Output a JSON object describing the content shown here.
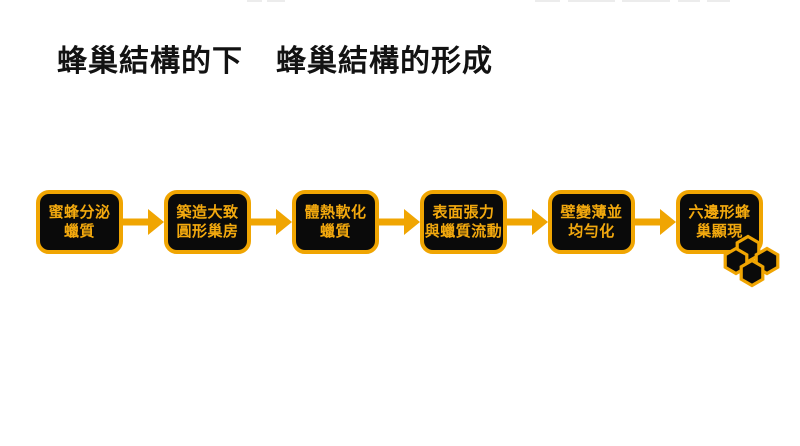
{
  "colors": {
    "gold": "#f0a502",
    "box_background": "#0a0a0a",
    "title_text": "#121212",
    "slide_background": "#ffffff"
  },
  "title": {
    "part1": "蜂巢結構的下",
    "part2": "蜂巢結構的形成"
  },
  "flow": {
    "steps": [
      {
        "lines": [
          "蜜蜂分泌",
          "蠟質"
        ]
      },
      {
        "lines": [
          "築造大致",
          "圓形巢房"
        ]
      },
      {
        "lines": [
          "體熱軟化",
          "蠟質"
        ]
      },
      {
        "lines": [
          "表面張力",
          "與蠟質流動"
        ]
      },
      {
        "lines": [
          "壁變薄並",
          "均勻化"
        ]
      },
      {
        "lines": [
          "六邊形蜂",
          "巢顯現"
        ]
      }
    ],
    "connector_icon": "arrow-right-icon",
    "decoration_icon": "honeycomb-icon"
  }
}
